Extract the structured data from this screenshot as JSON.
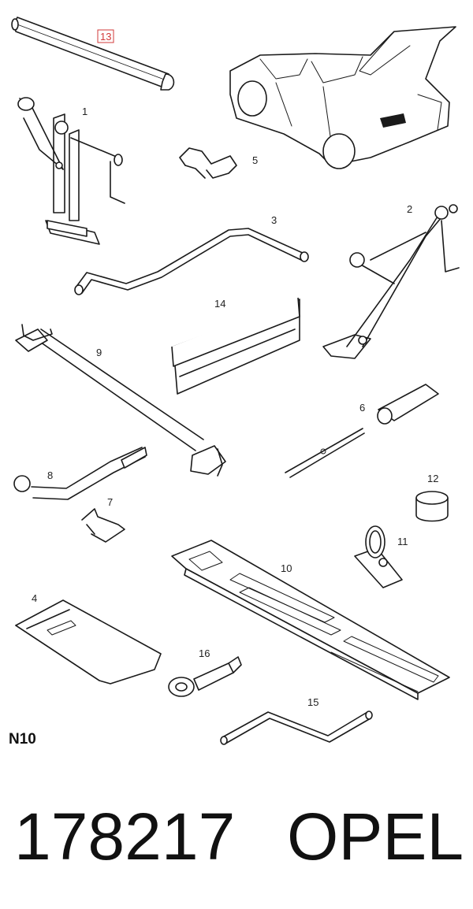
{
  "callouts": {
    "p1": "1",
    "p2": "2",
    "p3": "3",
    "p4": "4",
    "p5": "5",
    "p6": "6",
    "p7": "7",
    "p8": "8",
    "p9": "9",
    "p10": "10",
    "p11": "11",
    "p12": "12",
    "p13": "13",
    "p14": "14",
    "p15": "15",
    "p16": "16"
  },
  "highlight_color": "#d23a3a",
  "figure_code": "N10",
  "footer": {
    "part_number": "178217",
    "brand": "OPEL"
  }
}
